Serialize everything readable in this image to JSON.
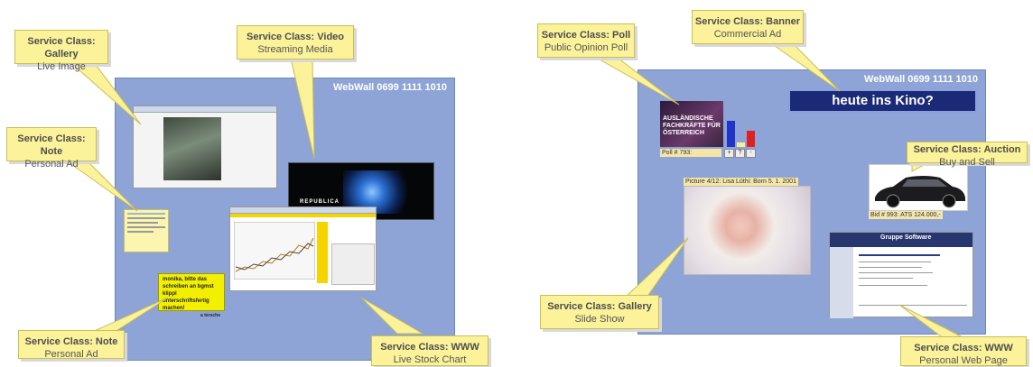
{
  "left_panel": {
    "wall_title": "WebWall 0699 1111 1010",
    "callouts": {
      "gallery": {
        "cls": "Service Class: Gallery",
        "sub": "Live Image"
      },
      "video": {
        "cls": "Service Class: Video",
        "sub": "Streaming Media"
      },
      "note_top": {
        "cls": "Service Class: Note",
        "sub": "Personal Ad"
      },
      "note_bottom": {
        "cls": "Service Class: Note",
        "sub": "Personal Ad"
      },
      "www": {
        "cls": "Service Class: WWW",
        "sub": "Live Stock Chart"
      }
    },
    "video_label": "REPUBLICA",
    "note2_text": "monika, bitte das schreiben an bgmst klippl unterschriftsfertig machen!",
    "note2_sig": "a tersche"
  },
  "right_panel": {
    "wall_title": "WebWall 0699 1111 1010",
    "callouts": {
      "poll": {
        "cls": "Service Class: Poll",
        "sub": "Public Opinion Poll"
      },
      "banner": {
        "cls": "Service Class: Banner",
        "sub": "Commercial Ad"
      },
      "auction": {
        "cls": "Service Class: Auction",
        "sub": "Buy and Sell"
      },
      "gallery": {
        "cls": "Service Class: Gallery",
        "sub": "Slide Show"
      },
      "www": {
        "cls": "Service Class: WWW",
        "sub": "Personal Web Page"
      }
    },
    "banner_text": "heute ins Kino?",
    "poll_image_text": "AUSLÄNDISCHE FACHKRÄFTE FÜR ÖSTERREICH",
    "poll_caption": "Poll # 793:",
    "poll_buttons": [
      "+",
      "?",
      "-"
    ],
    "poll_bar_colors": [
      "#2233cc",
      "#f6ef9a",
      "#e02020"
    ],
    "auction_caption": "Bid # 993: ATS 124.000,-",
    "slideshow_caption": "Picture 4/12: Lisa Lüthi: Born 5. 1. 2001",
    "webpage_title": "Gruppe Software"
  }
}
